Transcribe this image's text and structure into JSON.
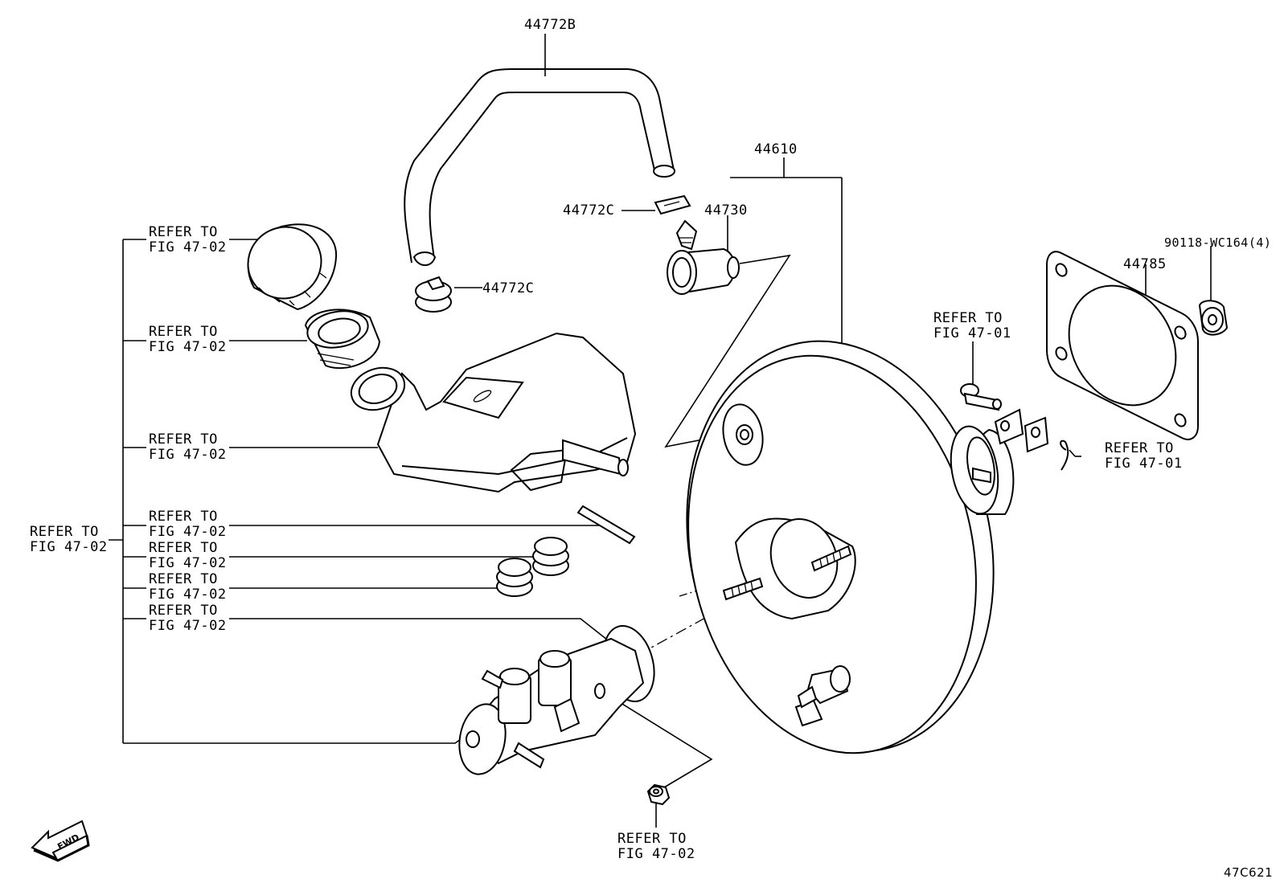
{
  "parts": {
    "hose": "44772B",
    "clamp_upper": "44772C",
    "clamp_lower": "44772C",
    "check_valve": "44730",
    "booster": "44610",
    "gasket": "44785",
    "nut": "90118-WC164(4)"
  },
  "refers": {
    "cap": [
      "REFER TO",
      "FIG 47-02"
    ],
    "strainer": [
      "REFER TO",
      "FIG 47-02"
    ],
    "reservoir": [
      "REFER TO",
      "FIG 47-02"
    ],
    "pin": [
      "REFER TO",
      "FIG 47-02"
    ],
    "grommet_1": [
      "REFER TO",
      "FIG 47-02"
    ],
    "grommet_2": [
      "REFER TO",
      "FIG 47-02"
    ],
    "cylinder": [
      "REFER TO",
      "FIG 47-02"
    ],
    "assembly": [
      "REFER TO",
      "FIG 47-02"
    ],
    "clevis_pin": [
      "REFER TO",
      "FIG 47-01"
    ],
    "clip": [
      "REFER TO",
      "FIG 47-01"
    ],
    "bottom_nut": [
      "REFER TO",
      "FIG 47-02"
    ]
  },
  "fwd": "FWD",
  "figure_code": "47C621"
}
